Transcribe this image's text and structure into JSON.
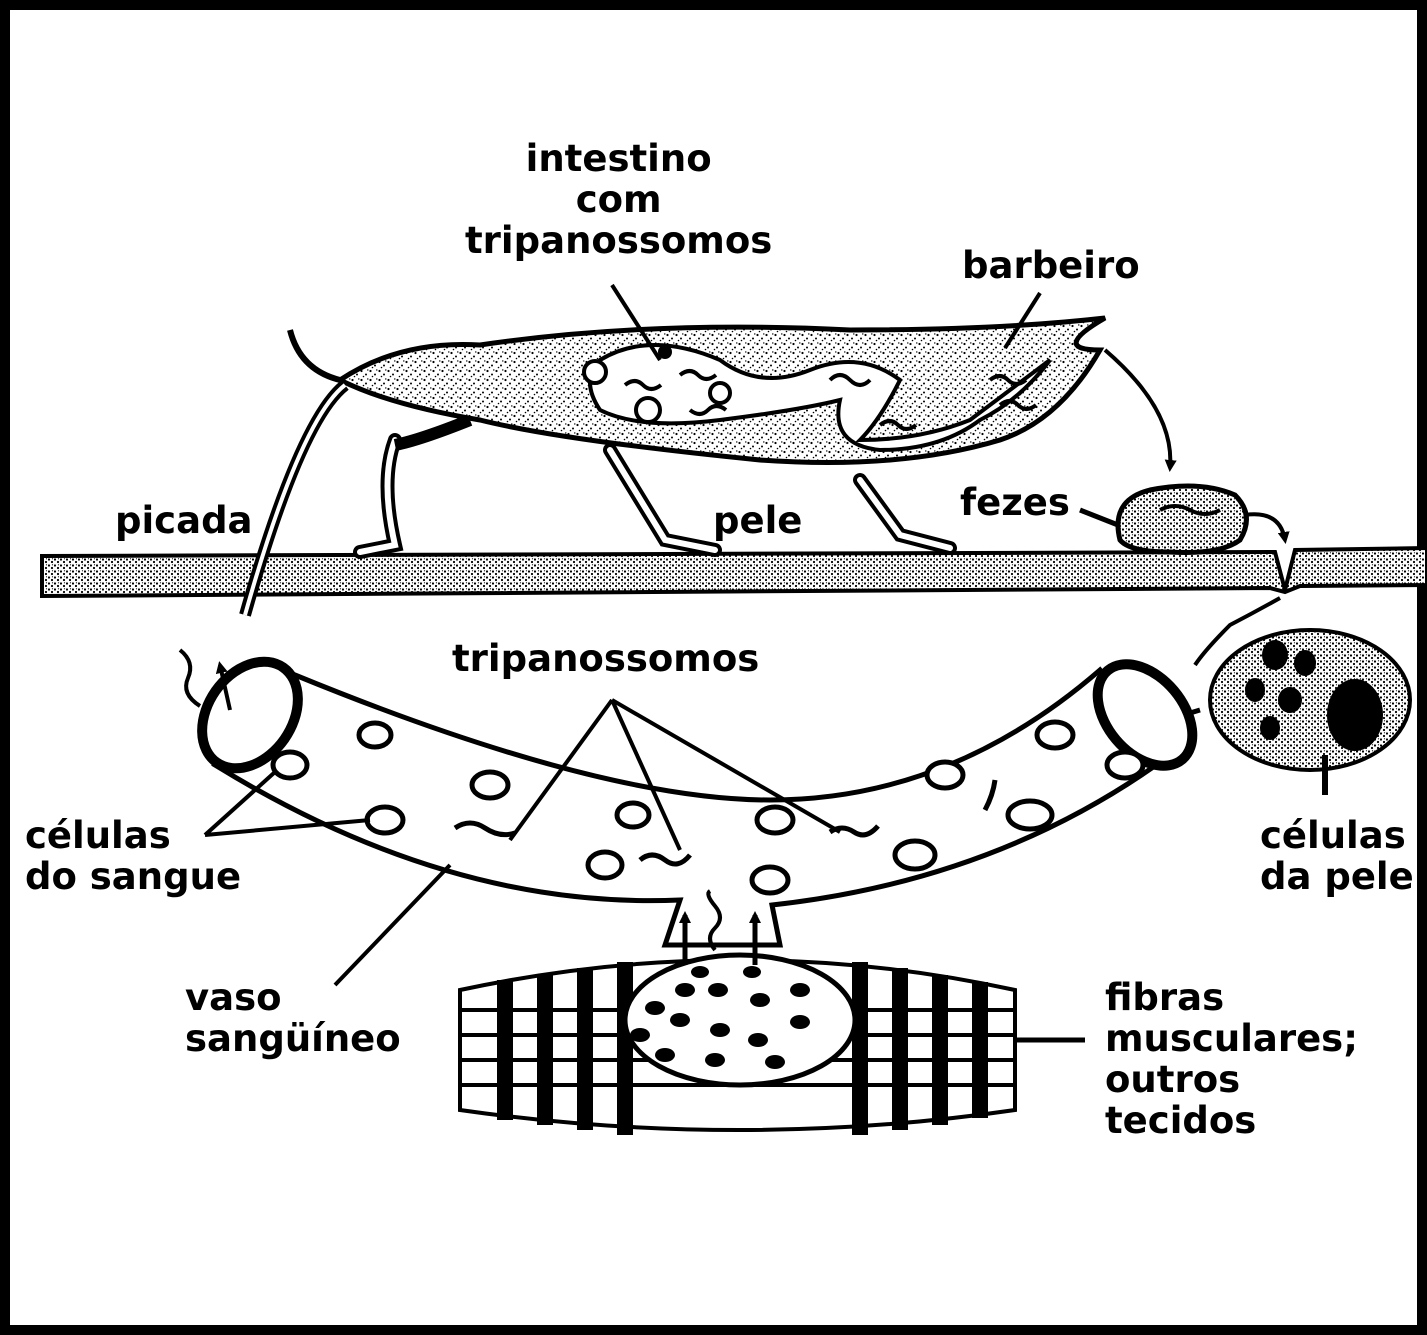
{
  "colors": {
    "ink": "#000000",
    "paper": "#ffffff"
  },
  "labels": {
    "intestine": [
      "intestino",
      "com",
      "tripanossomos"
    ],
    "barbeiro": "barbeiro",
    "picada": "picada",
    "pele": "pele",
    "fezes": "fezes",
    "tripanossomos": "tripanossomos",
    "blood_cells": [
      "células",
      "do sangue"
    ],
    "skin_cells": [
      "células",
      "da pele"
    ],
    "vessel": [
      "vaso",
      "sangüíneo"
    ],
    "muscle": [
      "fibras",
      "musculares;",
      "outros",
      "tecidos"
    ]
  }
}
